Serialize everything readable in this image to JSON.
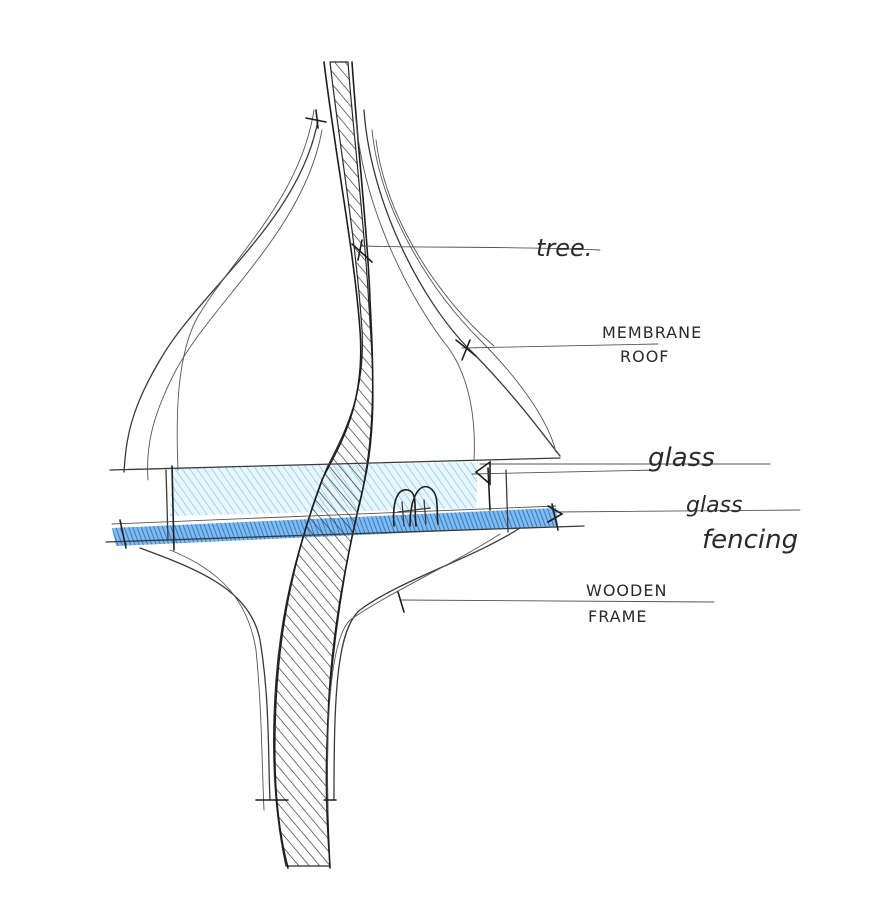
{
  "labels": {
    "tree": "tree.",
    "membrane_line1": "MEMBRANE",
    "membrane_line2": "ROOF",
    "glass": "glass",
    "fencing_line1": "glass",
    "fencing_line2": "fencing",
    "wooden_line1": "WOODEN",
    "wooden_line2": "FRAME"
  },
  "colors": {
    "pencil": "#3a3a3a",
    "glass_light": "#8fd0f0",
    "glass_blue": "#1f7fd6"
  }
}
